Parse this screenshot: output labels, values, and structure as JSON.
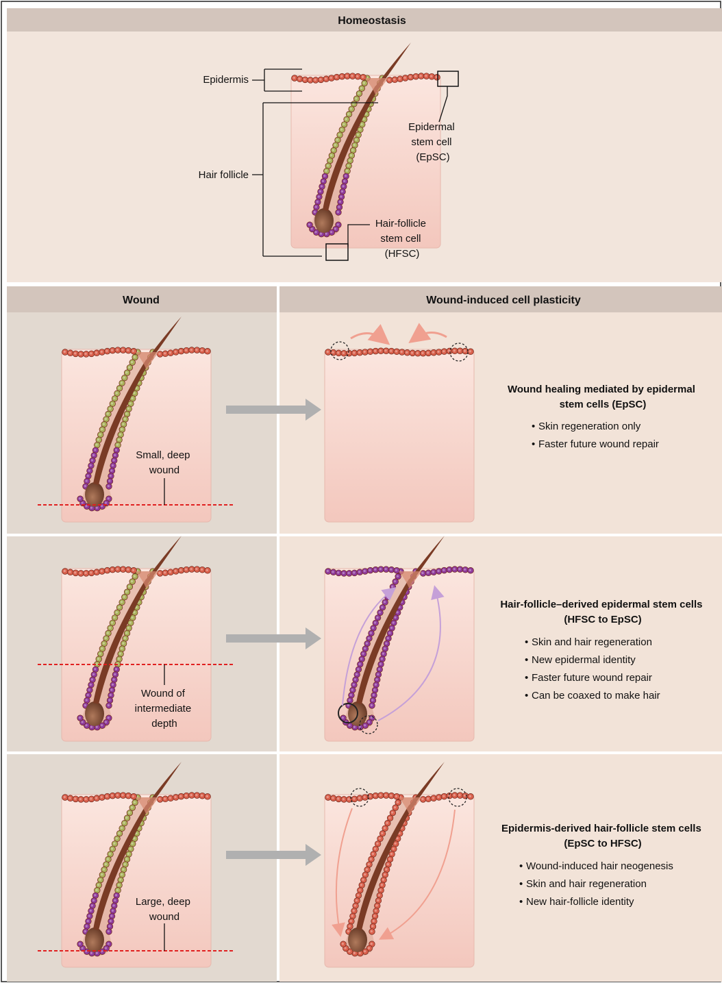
{
  "homeostasis": {
    "title": "Homeostasis",
    "labels": {
      "epidermis": "Epidermis",
      "hair_follicle": "Hair follicle",
      "epsc": [
        "Epidermal",
        "stem cell",
        "(EpSC)"
      ],
      "hfsc": [
        "Hair-follicle",
        "stem cell",
        "(HFSC)"
      ]
    }
  },
  "columns": {
    "wound": "Wound",
    "plasticity": "Wound-induced cell plasticity"
  },
  "rows": [
    {
      "wound_label": [
        "Small, deep",
        "wound"
      ],
      "title": [
        "Wound healing mediated by epidermal",
        "stem cells (EpSC)"
      ],
      "bullets": [
        "Skin regeneration only",
        "Faster future wound repair"
      ]
    },
    {
      "wound_label": [
        "Wound of",
        "intermediate",
        "depth"
      ],
      "title": [
        "Hair-follicle–derived epidermal stem cells",
        "(HFSC to EpSC)"
      ],
      "bullets": [
        "Skin and hair regeneration",
        "New epidermal identity",
        "Faster future wound repair",
        "Can be coaxed to make hair"
      ]
    },
    {
      "wound_label": [
        "Large, deep",
        "wound"
      ],
      "title": [
        "Epidermis-derived hair-follicle stem cells",
        "(EpSC to HFSC)"
      ],
      "bullets": [
        "Wound-induced hair neogenesis",
        "Skin and hair regeneration",
        "New hair-follicle identity"
      ]
    }
  ],
  "colors": {
    "header_bar": "#d3c5bc",
    "panel_bg": "#f2e5dc",
    "wound_col_bg": "#e2d9d0",
    "plasticity_col_bg": "#f2e3d8",
    "tissue": "#f7d4cc",
    "epidermal_cell": "#d9604c",
    "follicle_cell": "#a9b15a",
    "hfsc_cell": "#8e3a9b",
    "hair": "#7a3b25",
    "wound_line": "#ff3030",
    "arrow": "#a9a9a9"
  }
}
